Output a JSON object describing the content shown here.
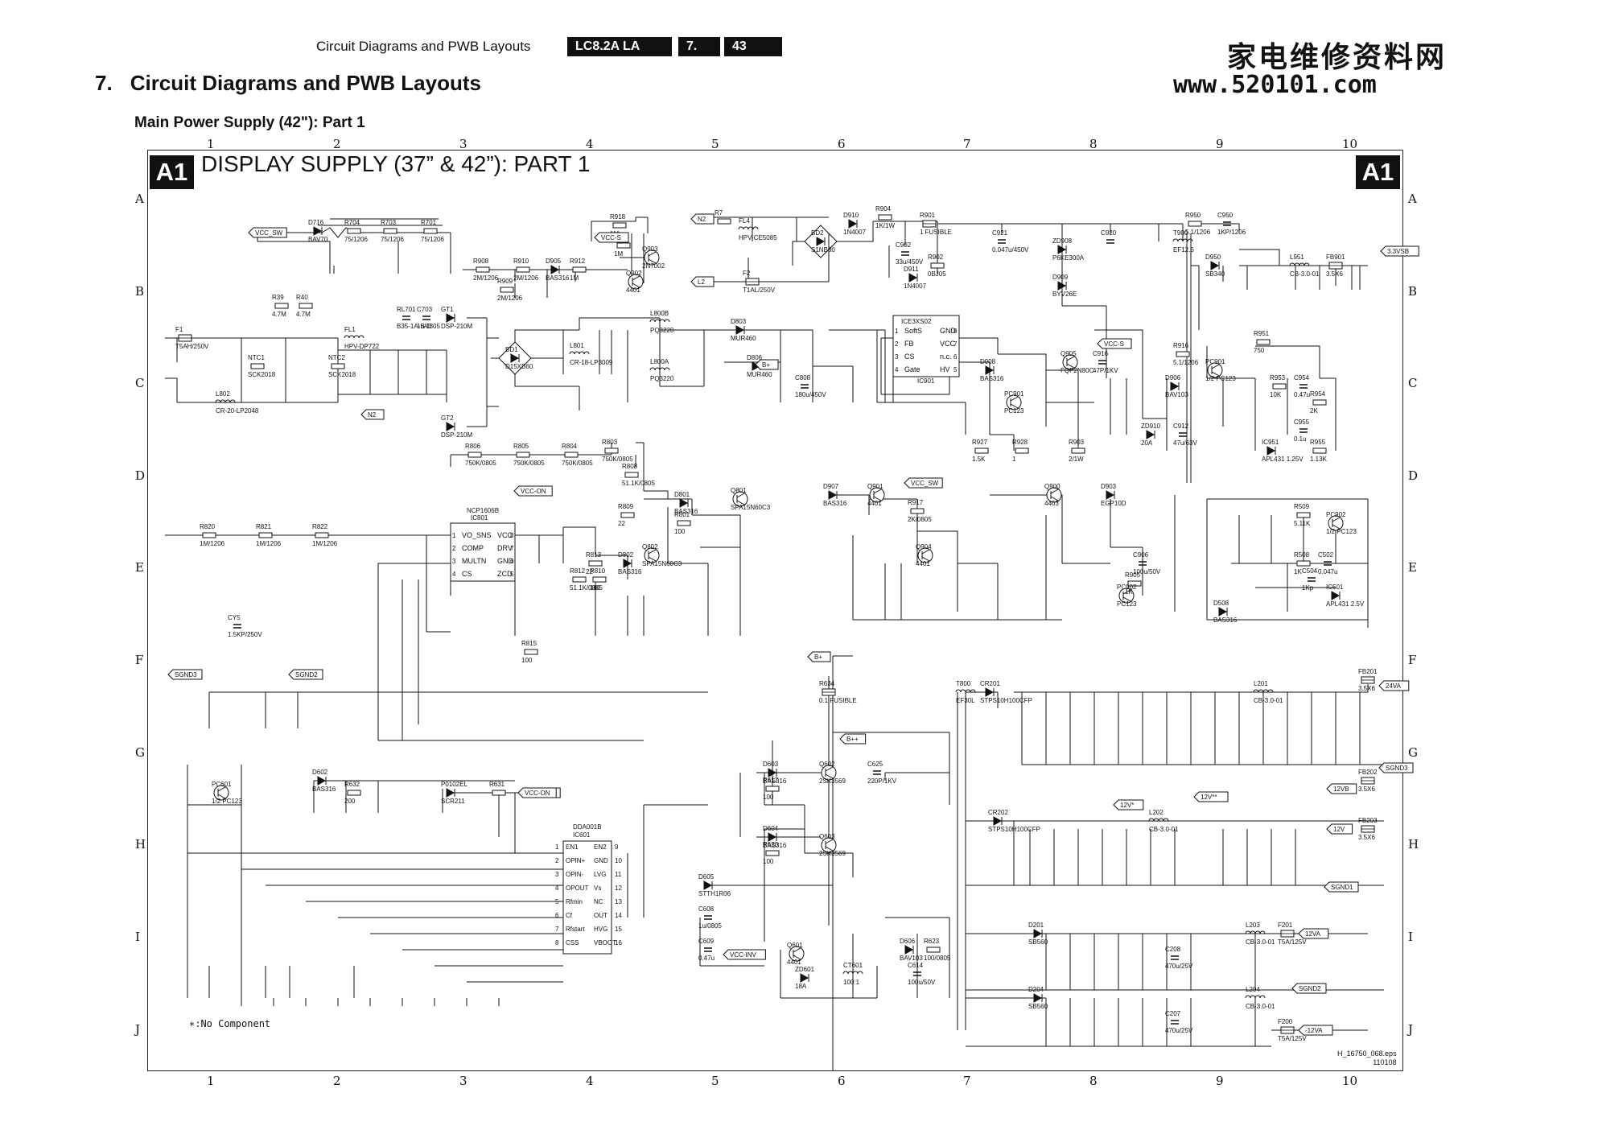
{
  "header": {
    "section_label": "Circuit Diagrams and PWB Layouts",
    "model": "LC8.2A LA",
    "chapter_num": "7.",
    "page_num": "43",
    "site_cn": "家电维修资料网",
    "site_url": "www.520101.com"
  },
  "chapter_heading": {
    "number": "7.",
    "title": "Circuit Diagrams and PWB Layouts"
  },
  "section_title": "Main Power Supply (42\"): Part 1",
  "diagram": {
    "badge": "A1",
    "title": "DISPLAY SUPPLY (37” & 42”): PART 1",
    "columns": [
      "1",
      "2",
      "3",
      "4",
      "5",
      "6",
      "7",
      "8",
      "9",
      "10"
    ],
    "rows": [
      "A",
      "B",
      "C",
      "D",
      "E",
      "F",
      "G",
      "H",
      "I",
      "J"
    ],
    "footnote": "∗:No Component",
    "file_ref": "H_16750_068.eps",
    "file_date": "110108",
    "ics": [
      {
        "ref": "IC801",
        "part": "NCP1606B",
        "pins_left": [
          "VO_SNS",
          "COMP",
          "MULTN",
          "CS"
        ],
        "pins_right": [
          "VCC",
          "DRV",
          "GND",
          "ZCD"
        ],
        "nums_left": [
          "1",
          "2",
          "3",
          "4"
        ],
        "nums_right": [
          "8",
          "7",
          "6",
          "5"
        ]
      },
      {
        "ref": "IC901",
        "part": "ICE3XS02",
        "pins_left": [
          "SoftS",
          "FB",
          "CS",
          "Gate"
        ],
        "pins_right": [
          "GND",
          "VCC",
          "n.c.",
          "HV"
        ],
        "nums_left": [
          "1",
          "2",
          "3",
          "4"
        ],
        "nums_right": [
          "8",
          "7",
          "6",
          "5"
        ]
      },
      {
        "ref": "IC601",
        "part": "DDA001B",
        "pins_left": [
          "EN1",
          "OPIN+",
          "OPIN-",
          "OPOUT",
          "Rfmin",
          "Cf",
          "Rfstart",
          "CSS"
        ],
        "pins_right": [
          "EN2",
          "GND",
          "LVG",
          "Vs",
          "NC",
          "OUT",
          "HVG",
          "VBOOT"
        ],
        "nums_left": [
          "1",
          "2",
          "3",
          "4",
          "5",
          "6",
          "7",
          "8"
        ],
        "nums_right": [
          "9",
          "10",
          "11",
          "12",
          "13",
          "14",
          "15",
          "16"
        ]
      }
    ],
    "net_labels": [
      "VCC_SW",
      "VCC-S",
      "N2",
      "L2",
      "N2",
      "VCC-S",
      "VCC-ON",
      "VCC_SW",
      "B+",
      "B+",
      "B++",
      "VCC-ON",
      "VCC-ON",
      "VCC-INV",
      "SGND3",
      "SGND2",
      "12V*",
      "12V**",
      "3.3VSB",
      "24VA",
      "SGND3",
      "12VB",
      "12V",
      "SGND1",
      "12VA",
      "SGND2",
      "-12VA"
    ],
    "components": [
      {
        "ref": "D716",
        "val": "BAV70"
      },
      {
        "ref": "R704",
        "val": "75/1206"
      },
      {
        "ref": "R703",
        "val": "75/1206"
      },
      {
        "ref": "R701",
        "val": "75/1206"
      },
      {
        "ref": "R918",
        "val": "1M"
      },
      {
        "ref": "R914",
        "val": "1M"
      },
      {
        "ref": "Q903",
        "val": "2N7002"
      },
      {
        "ref": "Q902",
        "val": "4401"
      },
      {
        "ref": "R908",
        "val": "2M/1206"
      },
      {
        "ref": "R910",
        "val": "2M/1206"
      },
      {
        "ref": "R909",
        "val": "2M/1206"
      },
      {
        "ref": "D905",
        "val": "BAS316"
      },
      {
        "ref": "R912",
        "val": "1M"
      },
      {
        "ref": "R7",
        "val": ""
      },
      {
        "ref": "FL4",
        "val": "HPV-CE5085"
      },
      {
        "ref": "F2",
        "val": "T1AL/250V"
      },
      {
        "ref": "BD2",
        "val": "S1NB80"
      },
      {
        "ref": "D910",
        "val": "1N4007"
      },
      {
        "ref": "R904",
        "val": "1K/1W"
      },
      {
        "ref": "R901",
        "val": "1 FUSIBLE"
      },
      {
        "ref": "C902",
        "val": "33u/450V"
      },
      {
        "ref": "D911",
        "val": "1N4007"
      },
      {
        "ref": "R902",
        "val": "0BJ05"
      },
      {
        "ref": "C921",
        "val": "0.047u/450V"
      },
      {
        "ref": "ZD908",
        "val": "P6KE300A"
      },
      {
        "ref": "D909",
        "val": "BYV26E"
      },
      {
        "ref": "C920",
        "val": ""
      },
      {
        "ref": "R950",
        "val": "5.1/1206"
      },
      {
        "ref": "C950",
        "val": "1KP/1206"
      },
      {
        "ref": "D950",
        "val": "SB340"
      },
      {
        "ref": "L951",
        "val": "CB-3.0-01"
      },
      {
        "ref": "FB901",
        "val": "3.5X6"
      },
      {
        "ref": "F1",
        "val": "T5AH/250V"
      },
      {
        "ref": "R39",
        "val": "4.7M"
      },
      {
        "ref": "R40",
        "val": "4.7M"
      },
      {
        "ref": "FL1",
        "val": "HPV-DP722"
      },
      {
        "ref": "NTC1",
        "val": "SCK2018"
      },
      {
        "ref": "NTC2",
        "val": "SCK2018"
      },
      {
        "ref": "RL701",
        "val": "B35-1A-B-C"
      },
      {
        "ref": "C703",
        "val": "1u/0805"
      },
      {
        "ref": "GT1",
        "val": "DSP-210M"
      },
      {
        "ref": "GT2",
        "val": "DSP-210M"
      },
      {
        "ref": "L802",
        "val": "CR-20-LP2048"
      },
      {
        "ref": "BD1",
        "val": "D15XB60"
      },
      {
        "ref": "L801",
        "val": "CR-18-LP3009"
      },
      {
        "ref": "L800B",
        "val": "PQ3220"
      },
      {
        "ref": "L800A",
        "val": "PQ3220"
      },
      {
        "ref": "D803",
        "val": "MUR460"
      },
      {
        "ref": "D806",
        "val": "MUR460"
      },
      {
        "ref": "C808",
        "val": "180u/450V"
      },
      {
        "ref": "R806",
        "val": "750K/0805"
      },
      {
        "ref": "R805",
        "val": "750K/0805"
      },
      {
        "ref": "R804",
        "val": "750K/0805"
      },
      {
        "ref": "R803",
        "val": "750K/0805"
      },
      {
        "ref": "R808",
        "val": "51.1K/0805"
      },
      {
        "ref": "R820",
        "val": "1M/1206"
      },
      {
        "ref": "R821",
        "val": "1M/1206"
      },
      {
        "ref": "R822",
        "val": "1M/1206"
      },
      {
        "ref": "D801",
        "val": "BAS316"
      },
      {
        "ref": "R809",
        "val": "22"
      },
      {
        "ref": "R801",
        "val": "100"
      },
      {
        "ref": "Q801",
        "val": "SPA15N60C3"
      },
      {
        "ref": "Q802",
        "val": "SPA15N60C3"
      },
      {
        "ref": "D802",
        "val": "BAS316"
      },
      {
        "ref": "R813",
        "val": "22"
      },
      {
        "ref": "R810",
        "val": "100"
      },
      {
        "ref": "R812",
        "val": "51.1K/0805"
      },
      {
        "ref": "CY5",
        "val": "1.5KP/250V"
      },
      {
        "ref": "R815",
        "val": "100"
      },
      {
        "ref": "D907",
        "val": "BAS316"
      },
      {
        "ref": "Q901",
        "val": "4401"
      },
      {
        "ref": "R917",
        "val": "2K/0805"
      },
      {
        "ref": "Q904",
        "val": "4401"
      },
      {
        "ref": "Q900",
        "val": "4403"
      },
      {
        "ref": "D903",
        "val": "EGP10D"
      },
      {
        "ref": "C906",
        "val": "100u/50V"
      },
      {
        "ref": "R905",
        "val": "1K"
      },
      {
        "ref": "PC902",
        "val": "PC123"
      },
      {
        "ref": "R916",
        "val": "5.1/1206"
      },
      {
        "ref": "D908",
        "val": "BAS316"
      },
      {
        "ref": "Q905",
        "val": "FQP2N80C"
      },
      {
        "ref": "C916",
        "val": "47P/1KV"
      },
      {
        "ref": "PC901",
        "val": "PC123"
      },
      {
        "ref": "R927",
        "val": "1.5K"
      },
      {
        "ref": "R928",
        "val": "1"
      },
      {
        "ref": "R903",
        "val": "2/1W"
      },
      {
        "ref": "D906",
        "val": "BAV103"
      },
      {
        "ref": "C912",
        "val": "47u/63V"
      },
      {
        "ref": "ZD910",
        "val": "20A"
      },
      {
        "ref": "R951",
        "val": "750"
      },
      {
        "ref": "PC901",
        "val": "1/2 PC123"
      },
      {
        "ref": "R953",
        "val": "10K"
      },
      {
        "ref": "C954",
        "val": "0.47u"
      },
      {
        "ref": "R954",
        "val": "2K"
      },
      {
        "ref": "C955",
        "val": "0.1u"
      },
      {
        "ref": "IC951",
        "val": "APL431 1.25V"
      },
      {
        "ref": "R955",
        "val": "1.13K"
      },
      {
        "ref": "R509",
        "val": "5.11K"
      },
      {
        "ref": "PC902",
        "val": "1/2 PC123"
      },
      {
        "ref": "R508",
        "val": "1K"
      },
      {
        "ref": "C502",
        "val": "0.047u"
      },
      {
        "ref": "C504",
        "val": "1Kp"
      },
      {
        "ref": "IC501",
        "val": "APL431 2.5V"
      },
      {
        "ref": "D508",
        "val": "BAS316"
      },
      {
        "ref": "R634",
        "val": "0.1 FUSIBLE"
      },
      {
        "ref": "D603",
        "val": "BAS316"
      },
      {
        "ref": "R617",
        "val": "100"
      },
      {
        "ref": "Q602",
        "val": "2SK3569"
      },
      {
        "ref": "C625",
        "val": "220P/1KV"
      },
      {
        "ref": "D604",
        "val": "BAS316"
      },
      {
        "ref": "R620",
        "val": "100"
      },
      {
        "ref": "Q603",
        "val": "2SK3569"
      },
      {
        "ref": "D605",
        "val": "STTH1R06"
      },
      {
        "ref": "C608",
        "val": "1u/0805"
      },
      {
        "ref": "C609",
        "val": "0.47u"
      },
      {
        "ref": "Q601",
        "val": "4401"
      },
      {
        "ref": "ZD601",
        "val": "18A"
      },
      {
        "ref": "CT601",
        "val": "100:1"
      },
      {
        "ref": "D606",
        "val": "BAV103"
      },
      {
        "ref": "R623",
        "val": "100/0805"
      },
      {
        "ref": "C614",
        "val": "100u/50V"
      },
      {
        "ref": "D602",
        "val": "BAS316"
      },
      {
        "ref": "R632",
        "val": "200"
      },
      {
        "ref": "P0102EL",
        "val": "SCR211"
      },
      {
        "ref": "R631",
        "val": ""
      },
      {
        "ref": "PC601",
        "val": "1/2 PC123"
      },
      {
        "ref": "CR201",
        "val": "STPS10H100CFP"
      },
      {
        "ref": "L201",
        "val": "CB-3.0-01"
      },
      {
        "ref": "FB201",
        "val": "3.5X6"
      },
      {
        "ref": "FB202",
        "val": "3.5X6"
      },
      {
        "ref": "FB203",
        "val": "3.5X6"
      },
      {
        "ref": "CR202",
        "val": "STPS10H100CFP"
      },
      {
        "ref": "L202",
        "val": "CB-3.0-01"
      },
      {
        "ref": "D201",
        "val": "SB560"
      },
      {
        "ref": "L203",
        "val": "CB-3.0-01"
      },
      {
        "ref": "F201",
        "val": "T5A/125V"
      },
      {
        "ref": "C208",
        "val": "470u/25V"
      },
      {
        "ref": "D204",
        "val": "SB560"
      },
      {
        "ref": "L204",
        "val": "CB-3.0-01"
      },
      {
        "ref": "F200",
        "val": "T5A/125V"
      },
      {
        "ref": "C207",
        "val": "470u/25V"
      },
      {
        "ref": "T900",
        "val": "EF12.6"
      },
      {
        "ref": "T800",
        "val": "EF30L"
      }
    ]
  }
}
